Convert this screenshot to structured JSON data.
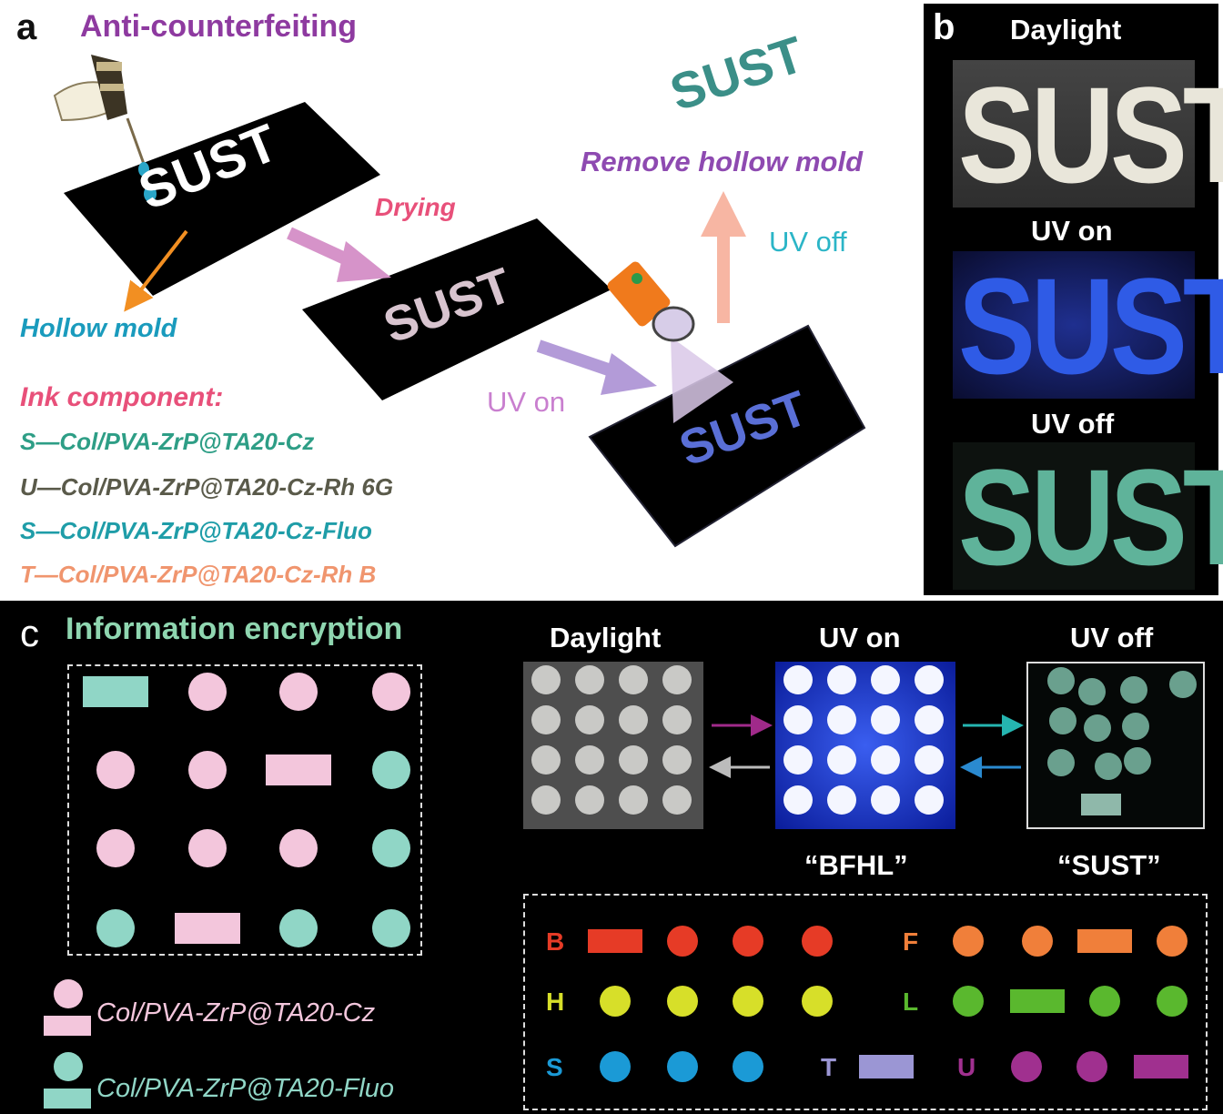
{
  "panel_a": {
    "letter": "a",
    "title": "Anti-counterfeiting",
    "word": "SUST",
    "steps": {
      "hollow_mold": "Hollow mold",
      "drying": "Drying",
      "uv_on": "UV on",
      "uv_off": "UV off",
      "remove": "Remove hollow mold"
    },
    "ink": {
      "heading": "Ink component:",
      "lines": [
        "S—Col/PVA-ZrP@TA20-Cz",
        "U—Col/PVA-ZrP@TA20-Cz-Rh 6G",
        "S—Col/PVA-ZrP@TA20-Cz-Fluo",
        "T—Col/PVA-ZrP@TA20-Cz-Rh B"
      ]
    },
    "colors": {
      "title": "#8e3aa0",
      "hollow": "#1a9bbd",
      "drying": "#e8507a",
      "uv_on": "#c97fcf",
      "uv_off": "#2bb5c7",
      "remove": "#8e4ab1",
      "ink_heading": "#e8507a",
      "ink": [
        "#2e9e86",
        "#5a5a4a",
        "#1f9da8",
        "#f0956e"
      ]
    }
  },
  "panel_b": {
    "letter": "b",
    "rows": [
      "Daylight",
      "UV on",
      "UV off"
    ],
    "word": "SUST"
  },
  "panel_c": {
    "letter": "c",
    "title": "Information encryption",
    "legend": [
      "Col/PVA-ZrP@TA20-Cz",
      "Col/PVA-ZrP@TA20-Fluo"
    ],
    "photo_labels": [
      "Daylight",
      "UV on",
      "UV off"
    ],
    "decoded": [
      "“BFHL”",
      "“SUST”"
    ],
    "colors": {
      "pink": "#f3c6dc",
      "teal": "#90d6c6",
      "title": "#8fd6b0"
    },
    "grid": [
      [
        "teal-rect",
        "pink-circle",
        "pink-circle",
        "pink-circle"
      ],
      [
        "pink-circle",
        "pink-circle",
        "pink-rect",
        "teal-circle"
      ],
      [
        "pink-circle",
        "pink-circle",
        "pink-circle",
        "teal-circle"
      ],
      [
        "teal-circle",
        "pink-rect",
        "teal-circle",
        "teal-circle"
      ]
    ],
    "code_table": [
      {
        "letter": "B",
        "color": "#e63b26",
        "shapes": [
          "rect",
          "circle",
          "circle",
          "circle"
        ]
      },
      {
        "letter": "F",
        "color": "#f07f3a",
        "shapes": [
          "circle",
          "circle",
          "rect",
          "circle"
        ]
      },
      {
        "letter": "H",
        "color": "#d7df29",
        "shapes": [
          "circle",
          "circle",
          "circle",
          "circle"
        ]
      },
      {
        "letter": "L",
        "color": "#5ab82e",
        "shapes": [
          "circle",
          "rect",
          "circle",
          "circle"
        ]
      },
      {
        "letter": "S",
        "color": "#1b9ad6",
        "shapes": [
          "circle",
          "circle",
          "circle"
        ]
      },
      {
        "letter": "T",
        "color": "#9b96d4",
        "shapes": [
          "rect"
        ]
      },
      {
        "letter": "U",
        "color": "#a0308f",
        "shapes": [
          "circle",
          "circle",
          "rect"
        ]
      }
    ]
  }
}
